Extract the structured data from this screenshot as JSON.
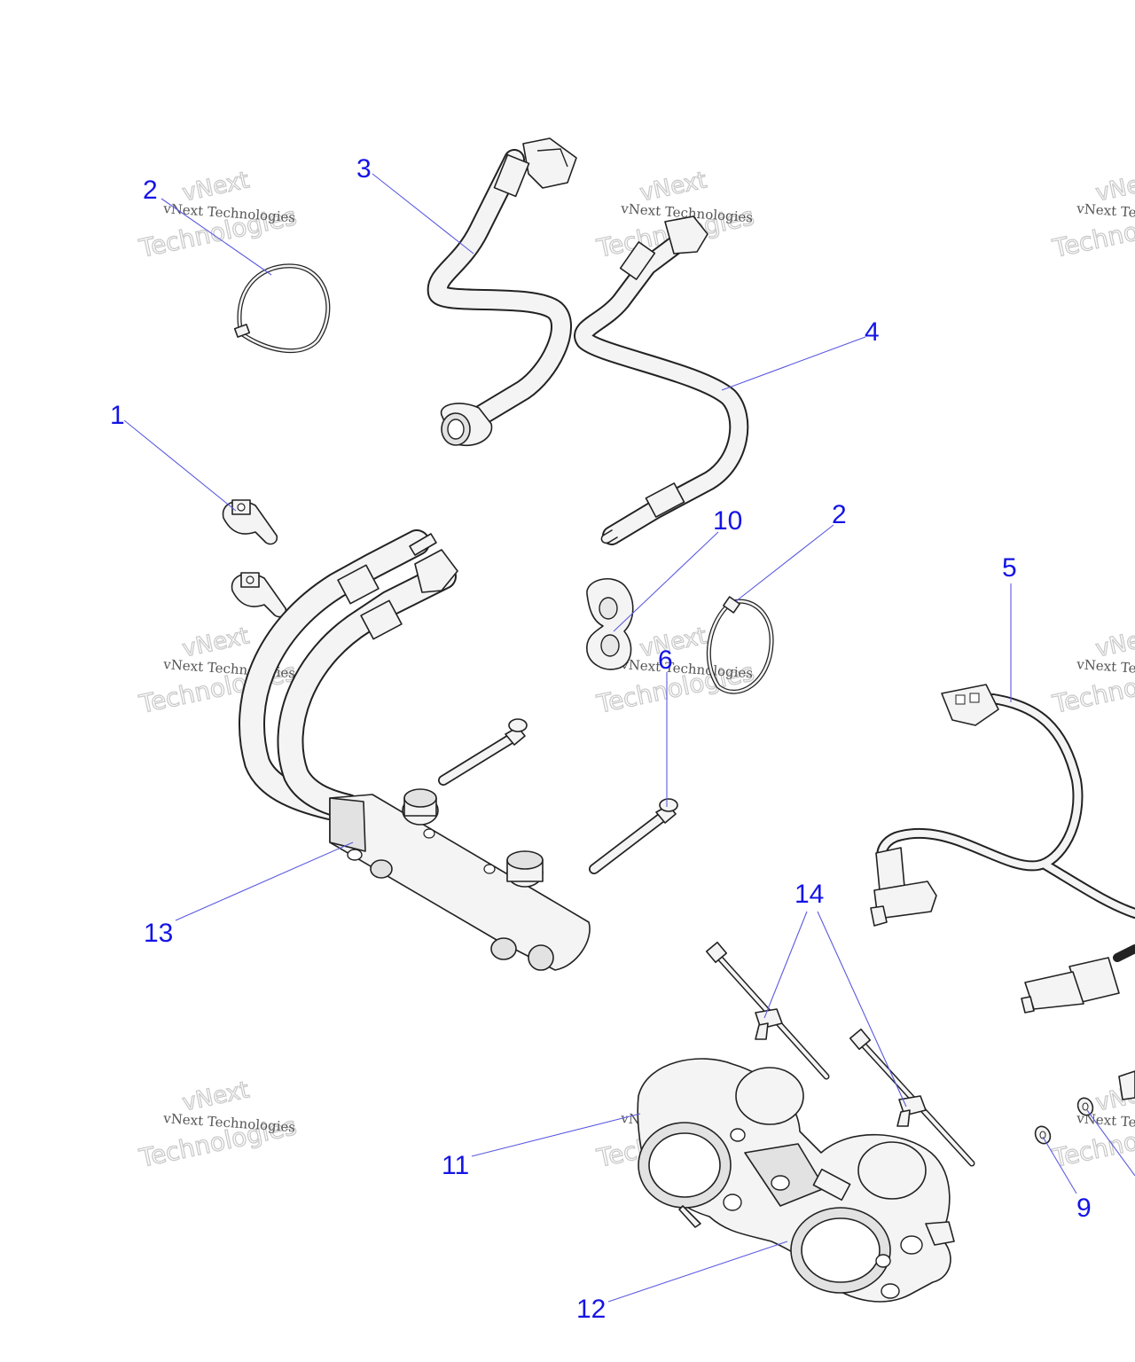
{
  "diagram": {
    "callouts": [
      {
        "id": "c1",
        "label": "1"
      },
      {
        "id": "c2a",
        "label": "2"
      },
      {
        "id": "c2b",
        "label": "2"
      },
      {
        "id": "c3",
        "label": "3"
      },
      {
        "id": "c4",
        "label": "4"
      },
      {
        "id": "c5",
        "label": "5"
      },
      {
        "id": "c6",
        "label": "6"
      },
      {
        "id": "c9",
        "label": "9"
      },
      {
        "id": "c10",
        "label": "10"
      },
      {
        "id": "c11",
        "label": "11"
      },
      {
        "id": "c12",
        "label": "12"
      },
      {
        "id": "c13",
        "label": "13"
      },
      {
        "id": "c14",
        "label": "14"
      }
    ],
    "watermark": {
      "company": "vNext Technologies",
      "word1": "vNext",
      "word2": "Technologies"
    },
    "colors": {
      "callout": "#1414e6",
      "leader": "#5a5ae0",
      "outline": "#222222"
    }
  }
}
